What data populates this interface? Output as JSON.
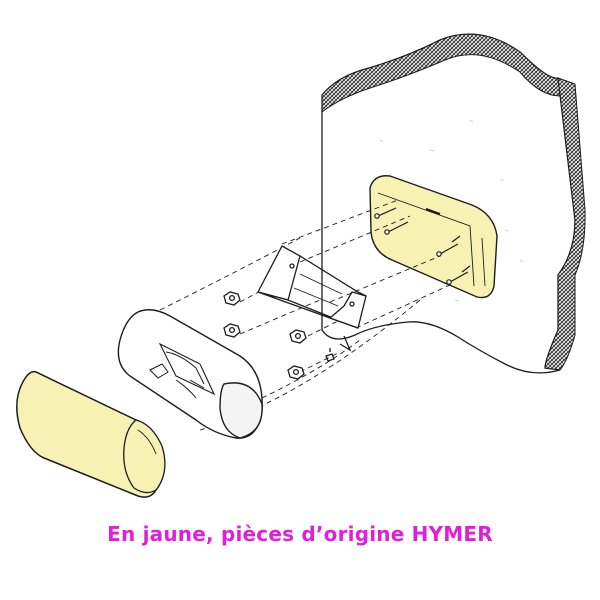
{
  "caption": {
    "text": "En jaune, pièces d’origine HYMER"
  },
  "colors": {
    "caption": "#e020d8",
    "original_parts_fill": "#f7f1b4",
    "line_art": "#1c1c1c",
    "wall_texture": "#2c2c2c",
    "paper": "#ffffff"
  },
  "legend": {
    "highlighted_parts": [
      "mounting-plate",
      "end-cap-cylinder"
    ]
  }
}
